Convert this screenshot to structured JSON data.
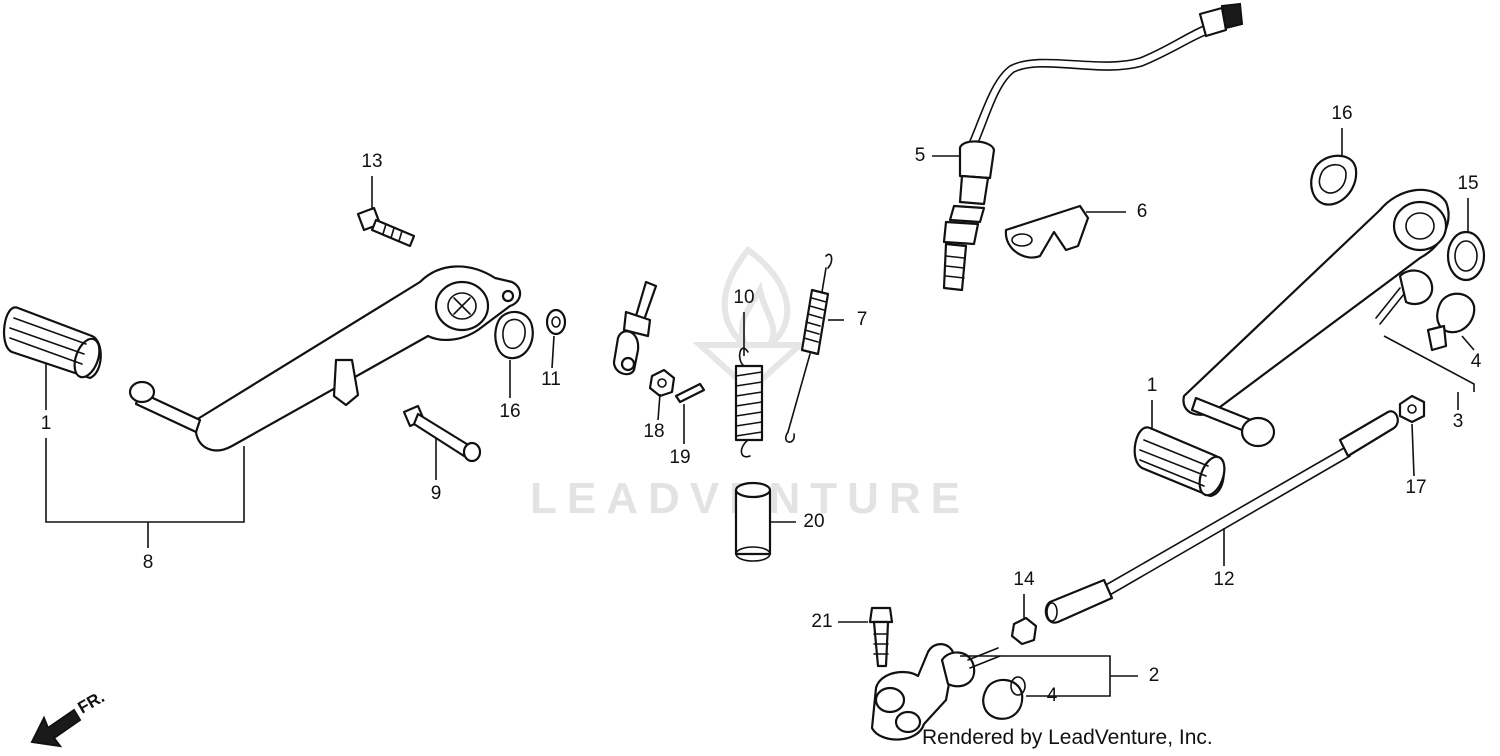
{
  "watermark": {
    "text": "LEADVENTURE"
  },
  "credit": "Rendered by LeadVenture, Inc.",
  "direction_indicator": {
    "label": "FR."
  },
  "callouts": {
    "c1_left": "1",
    "c8": "8",
    "c13": "13",
    "c16_left": "16",
    "c11": "11",
    "c9": "9",
    "c18": "18",
    "c19": "19",
    "c10": "10",
    "c7": "7",
    "c20": "20",
    "c5": "5",
    "c6": "6",
    "c16_right": "16",
    "c15": "15",
    "c4_upper": "4",
    "c3": "3",
    "c1_right": "1",
    "c17": "17",
    "c12": "12",
    "c14": "14",
    "c21": "21",
    "c2": "2",
    "c4_lower": "4"
  }
}
